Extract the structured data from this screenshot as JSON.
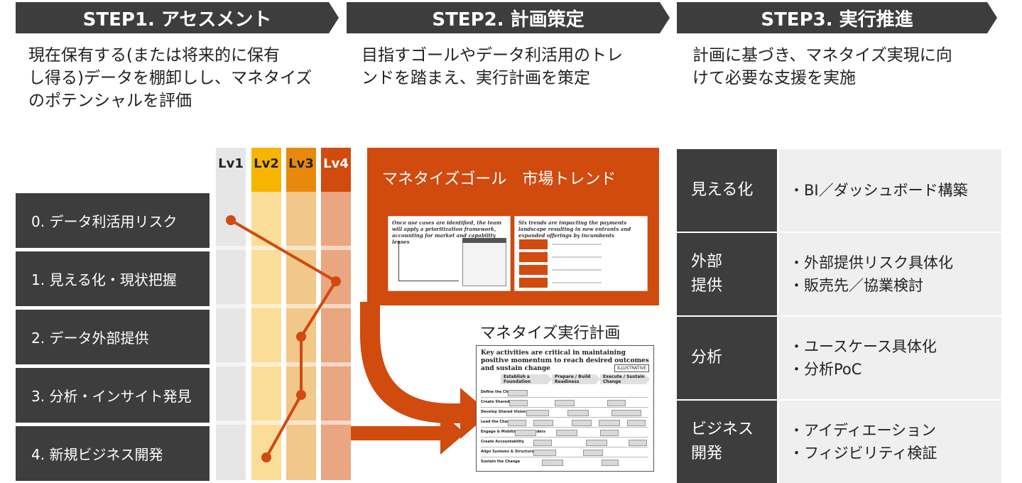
{
  "steps": [
    {
      "title": "STEP1. アセスメント",
      "description": [
        "現在保有する(または将来的に保有",
        "し得る)データを棚卸しし、マネタイズ",
        "のポテンシャルを評価"
      ]
    },
    {
      "title": "STEP2. 計画策定",
      "description": [
        "目指すゴールやデータ利活用のトレ",
        "ンドを踏まえ、実行計画を策定"
      ]
    },
    {
      "title": "STEP3. 実行推進",
      "description": [
        "計画に基づき、マネタイズ実現に向",
        "けて必要な支援を実施"
      ]
    }
  ],
  "levels": [
    "Lv1",
    "Lv2",
    "Lv3",
    "Lv4"
  ],
  "stages": [
    "0. データ利活用リスク",
    "1. 見える化・現状把握",
    "2. データ外部提供",
    "3. 分析・インサイト発見",
    "4. 新規ビジネス開発"
  ],
  "stage_levels": [
    1,
    4,
    3,
    3,
    2
  ],
  "colors": {
    "dark": "#3d3d3d",
    "orange": "#d14a0e",
    "lv1": "#e6e6e6",
    "lv2": "#f7b500",
    "lv3": "#e8890d",
    "lv4": "#d14a0e",
    "lv2_fill": "#fbdd9a",
    "lv3_fill": "#f2c78a",
    "lv4_fill": "#e9a680"
  },
  "step2": {
    "panel_title": "マネタイズゴール　市場トレンド",
    "thumb_left_title": "Once use cases are identified, the team will apply a prioritization framework, accounting for market and capability lenses",
    "thumb_right_title": "Six trends are impacting the payments landscape resulting in new entrants and expanded offerings by incumbents",
    "plan_title": "マネタイズ実行計画",
    "plan_heading": "Key activities are critical in maintaining positive momentum to reach desired outcomes and sustain change",
    "plan_badge": "ILLUSTRATIVE",
    "plan_phases": [
      "Establish a Foundation",
      "Prepare / Build Readiness",
      "Execute / Sustain Change"
    ],
    "plan_rows": [
      "Define the Change",
      "Create Shared Need",
      "Develop Shared Vision",
      "Lead the Change",
      "Engage & Mobilize Stakeholders",
      "Create Accountability",
      "Align Systems & Structures",
      "Sustain the Change"
    ]
  },
  "step3": [
    {
      "label": [
        "見える化"
      ],
      "items": [
        "BI／ダッシュボード構築"
      ]
    },
    {
      "label": [
        "外部",
        "提供"
      ],
      "items": [
        "外部提供リスク具体化",
        "販売先／協業検討"
      ]
    },
    {
      "label": [
        "分析"
      ],
      "items": [
        "ユースケース具体化",
        "分析PoC"
      ]
    },
    {
      "label": [
        "ビジネス",
        "開発"
      ],
      "items": [
        "アイディエーション",
        "フィジビリティ検証"
      ]
    }
  ]
}
